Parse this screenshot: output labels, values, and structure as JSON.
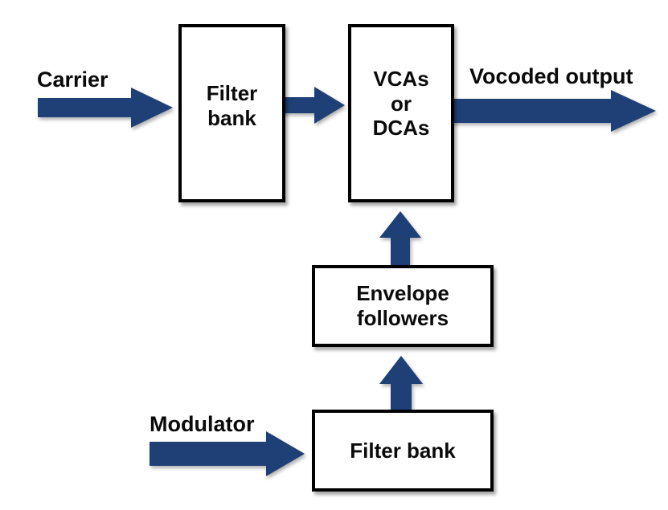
{
  "colors": {
    "arrow": "#1e4077",
    "box_border": "#000000",
    "background": "#ffffff",
    "text": "#0a0a0a"
  },
  "labels": {
    "carrier": "Carrier",
    "vocoded_output": "Vocoded output",
    "modulator": "Modulator"
  },
  "boxes": {
    "carrier_filter_bank": {
      "label": "Filter\nbank"
    },
    "vcas_dcas": {
      "label": "VCAs\nor\nDCAs"
    },
    "envelope_followers": {
      "label": "Envelope\nfollowers"
    },
    "modulator_filter_bank": {
      "label": "Filter bank"
    }
  },
  "connections": [
    {
      "from": "Carrier",
      "to": "Filter bank",
      "direction": "right"
    },
    {
      "from": "Filter bank",
      "to": "VCAs or DCAs",
      "direction": "right"
    },
    {
      "from": "VCAs or DCAs",
      "to": "Vocoded output",
      "direction": "right"
    },
    {
      "from": "Modulator",
      "to": "Filter bank",
      "direction": "right"
    },
    {
      "from": "Filter bank",
      "to": "Envelope followers",
      "direction": "up"
    },
    {
      "from": "Envelope followers",
      "to": "VCAs or DCAs",
      "direction": "up"
    }
  ]
}
